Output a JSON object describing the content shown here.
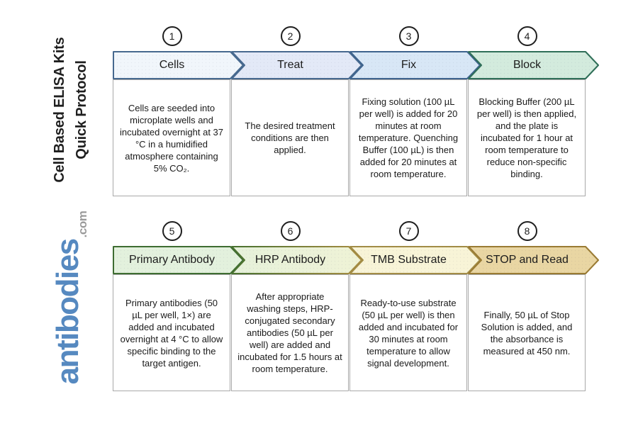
{
  "sidebar": {
    "title_line1": "Cell Based ELISA Kits",
    "title_line2": "Quick Protocol",
    "logo": {
      "brand": "antibodies",
      "tld": ".com",
      "brand_color": "#5689c0",
      "tld_color": "#9a9a9a"
    }
  },
  "steps": [
    {
      "number": "1",
      "label": "Cells",
      "description": "Cells are seeded into microplate wells and incubated overnight at 37 °C in a humidified atmosphere containing 5% CO₂.",
      "fill": "#f1f6fb",
      "stroke": "#47698f"
    },
    {
      "number": "2",
      "label": "Treat",
      "description": "The desired treatment conditions are then applied.",
      "fill": "#e3e9f7",
      "stroke": "#47698f"
    },
    {
      "number": "3",
      "label": "Fix",
      "description": "Fixing solution (100 µL per well) is added for 20 minutes at room temperature. Quenching Buffer (100 µL) is then added for 20 minutes at room temperature.",
      "fill": "#d8e7f6",
      "stroke": "#3e648e"
    },
    {
      "number": "4",
      "label": "Block",
      "description": "Blocking Buffer (200 µL per well) is then applied, and the plate is incubated for 1 hour at room temperature to reduce non-specific binding.",
      "fill": "#d3ebdd",
      "stroke": "#2f6f58"
    },
    {
      "number": "5",
      "label": "Primary Antibody",
      "description": "Primary antibodies (50 µL per well, 1×) are added and incubated overnight at 4 °C to allow specific binding to the target antigen.",
      "fill": "#e3f1dd",
      "stroke": "#3e6d31"
    },
    {
      "number": "6",
      "label": "HRP Antibody",
      "description": "After appropriate washing steps, HRP-conjugated secondary antibodies (50 µL per well) are added and incubated for 1.5 hours at room temperature.",
      "fill_start": "#e6f1da",
      "fill_end": "#eff3d6",
      "stroke_start": "#47712f",
      "stroke_end": "#a98e42"
    },
    {
      "number": "7",
      "label": "TMB Substrate",
      "description": "Ready-to-use substrate (50 µL per well) is then added and incubated for 30 minutes at room temperature to allow signal development.",
      "fill": "#f8f4d7",
      "stroke": "#a28c45"
    },
    {
      "number": "8",
      "label": "STOP and Read",
      "description": "Finally, 50 µL of Stop Solution is added, and the absorbance is measured at 450 nm.",
      "fill": "#e9d6a3",
      "stroke": "#9a7b33"
    }
  ]
}
